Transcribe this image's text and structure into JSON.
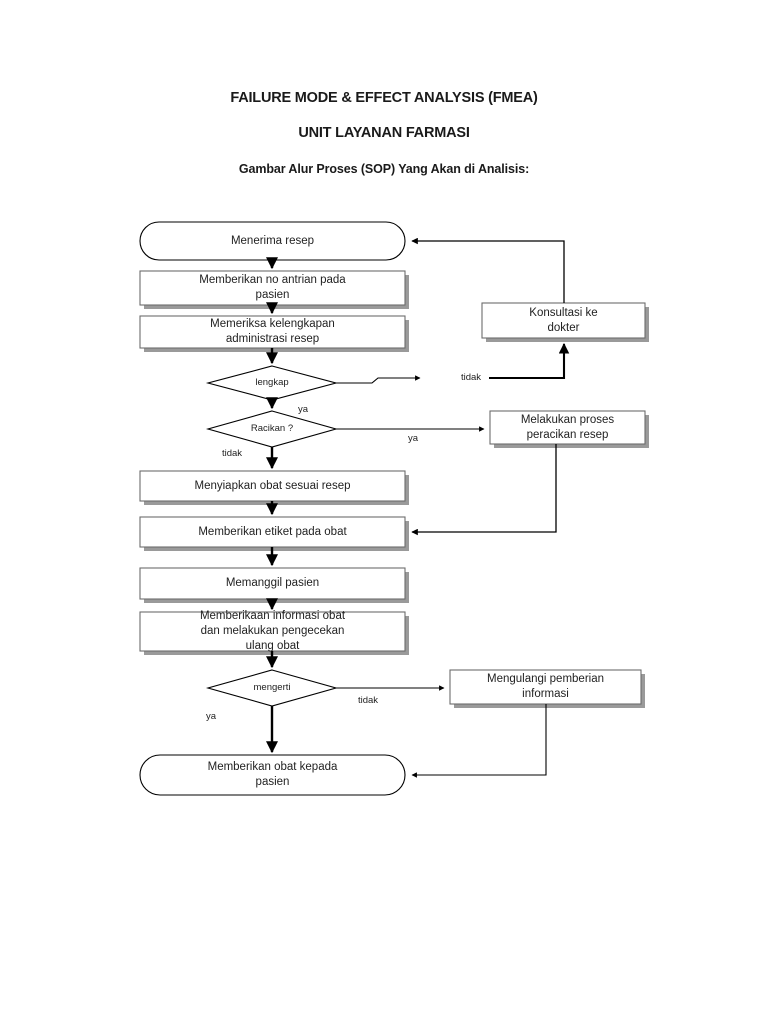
{
  "document": {
    "heading_1": "FAILURE MODE & EFFECT ANALYSIS (FMEA)",
    "heading_2": "UNIT LAYANAN FARMASI",
    "heading_3": "Gambar Alur Proses (SOP) Yang Akan di Analisis:"
  },
  "colors": {
    "page_background": "#ffffff",
    "node_fill": "#ffffff",
    "node_stroke": "#000000",
    "shadow": "#9a9a9a",
    "text": "#222222",
    "connector": "#000000"
  },
  "flowchart": {
    "nodes": [
      {
        "id": "terima-resep",
        "type": "terminal",
        "label": "Menerima resep"
      },
      {
        "id": "no-antrian",
        "type": "process",
        "label": "Memberikan no antrian pada\npasien"
      },
      {
        "id": "periksa-kelengkapan",
        "type": "process",
        "label": "Memeriksa kelengkapan\nadministrasi resep"
      },
      {
        "id": "lengkap",
        "type": "decision",
        "label": "lengkap"
      },
      {
        "id": "racikan",
        "type": "decision",
        "label": "Racikan ?"
      },
      {
        "id": "konsultasi-dokter",
        "type": "process",
        "label": "Konsultasi ke\ndokter"
      },
      {
        "id": "peracikan-resep",
        "type": "process",
        "label": "Melakukan proses\nperacikan resep"
      },
      {
        "id": "siapkan-obat",
        "type": "process",
        "label": "Menyiapkan obat sesuai resep"
      },
      {
        "id": "etiket-obat",
        "type": "process",
        "label": "Memberikan etiket pada obat"
      },
      {
        "id": "panggil-pasien",
        "type": "process",
        "label": "Memanggil pasien"
      },
      {
        "id": "informasi-obat",
        "type": "process",
        "label": "Memberikaan informasi obat\ndan melakukan pengecekan\nulang obat"
      },
      {
        "id": "mengerti",
        "type": "decision",
        "label": "mengerti"
      },
      {
        "id": "ulangi-informasi",
        "type": "process",
        "label": "Mengulangi pemberian\ninformasi"
      },
      {
        "id": "serah-obat",
        "type": "terminal",
        "label": "Memberikan obat kepada\npasien"
      }
    ],
    "edge_labels": {
      "lengkap_no": "tidak",
      "lengkap_yes": "ya",
      "racikan_yes": "ya",
      "racikan_no": "tidak",
      "mengerti_no": "tidak",
      "mengerti_yes": "ya"
    }
  }
}
